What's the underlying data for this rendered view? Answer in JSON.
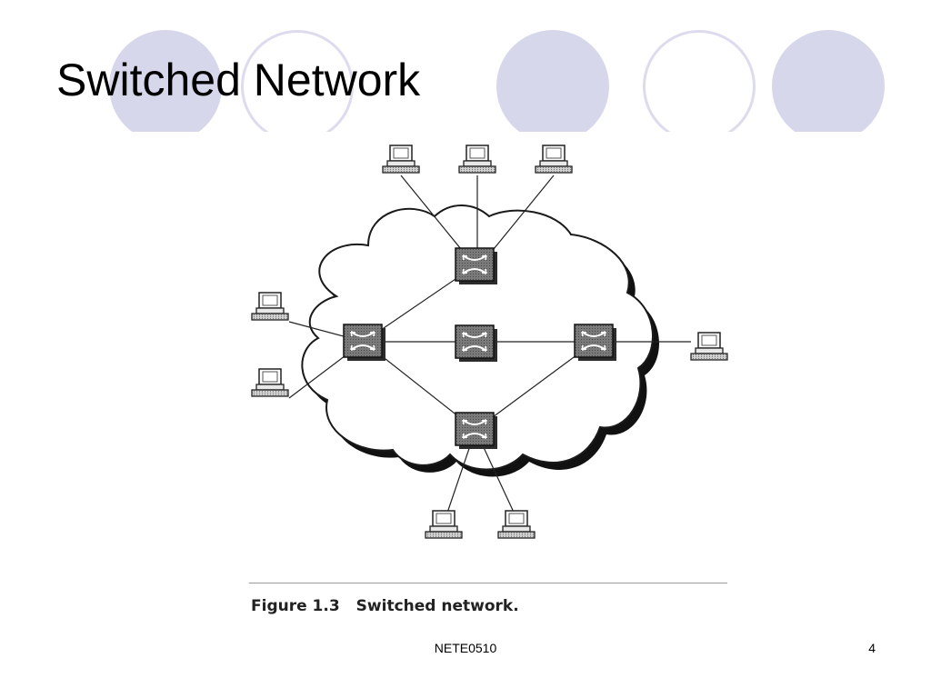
{
  "slide": {
    "title": "Switched Network",
    "footer_text": "NETE0510",
    "page_number": "4"
  },
  "figure": {
    "label": "Figure 1.3",
    "caption": "Switched network."
  },
  "diagram": {
    "switches": [
      "switch-top",
      "switch-left",
      "switch-center",
      "switch-right",
      "switch-bottom"
    ],
    "computer_count": 8
  },
  "colors": {
    "decor_circle": "#d7d7ec",
    "decor_ring": "#dcdcee",
    "switch_fill": "#6f6f6f"
  }
}
